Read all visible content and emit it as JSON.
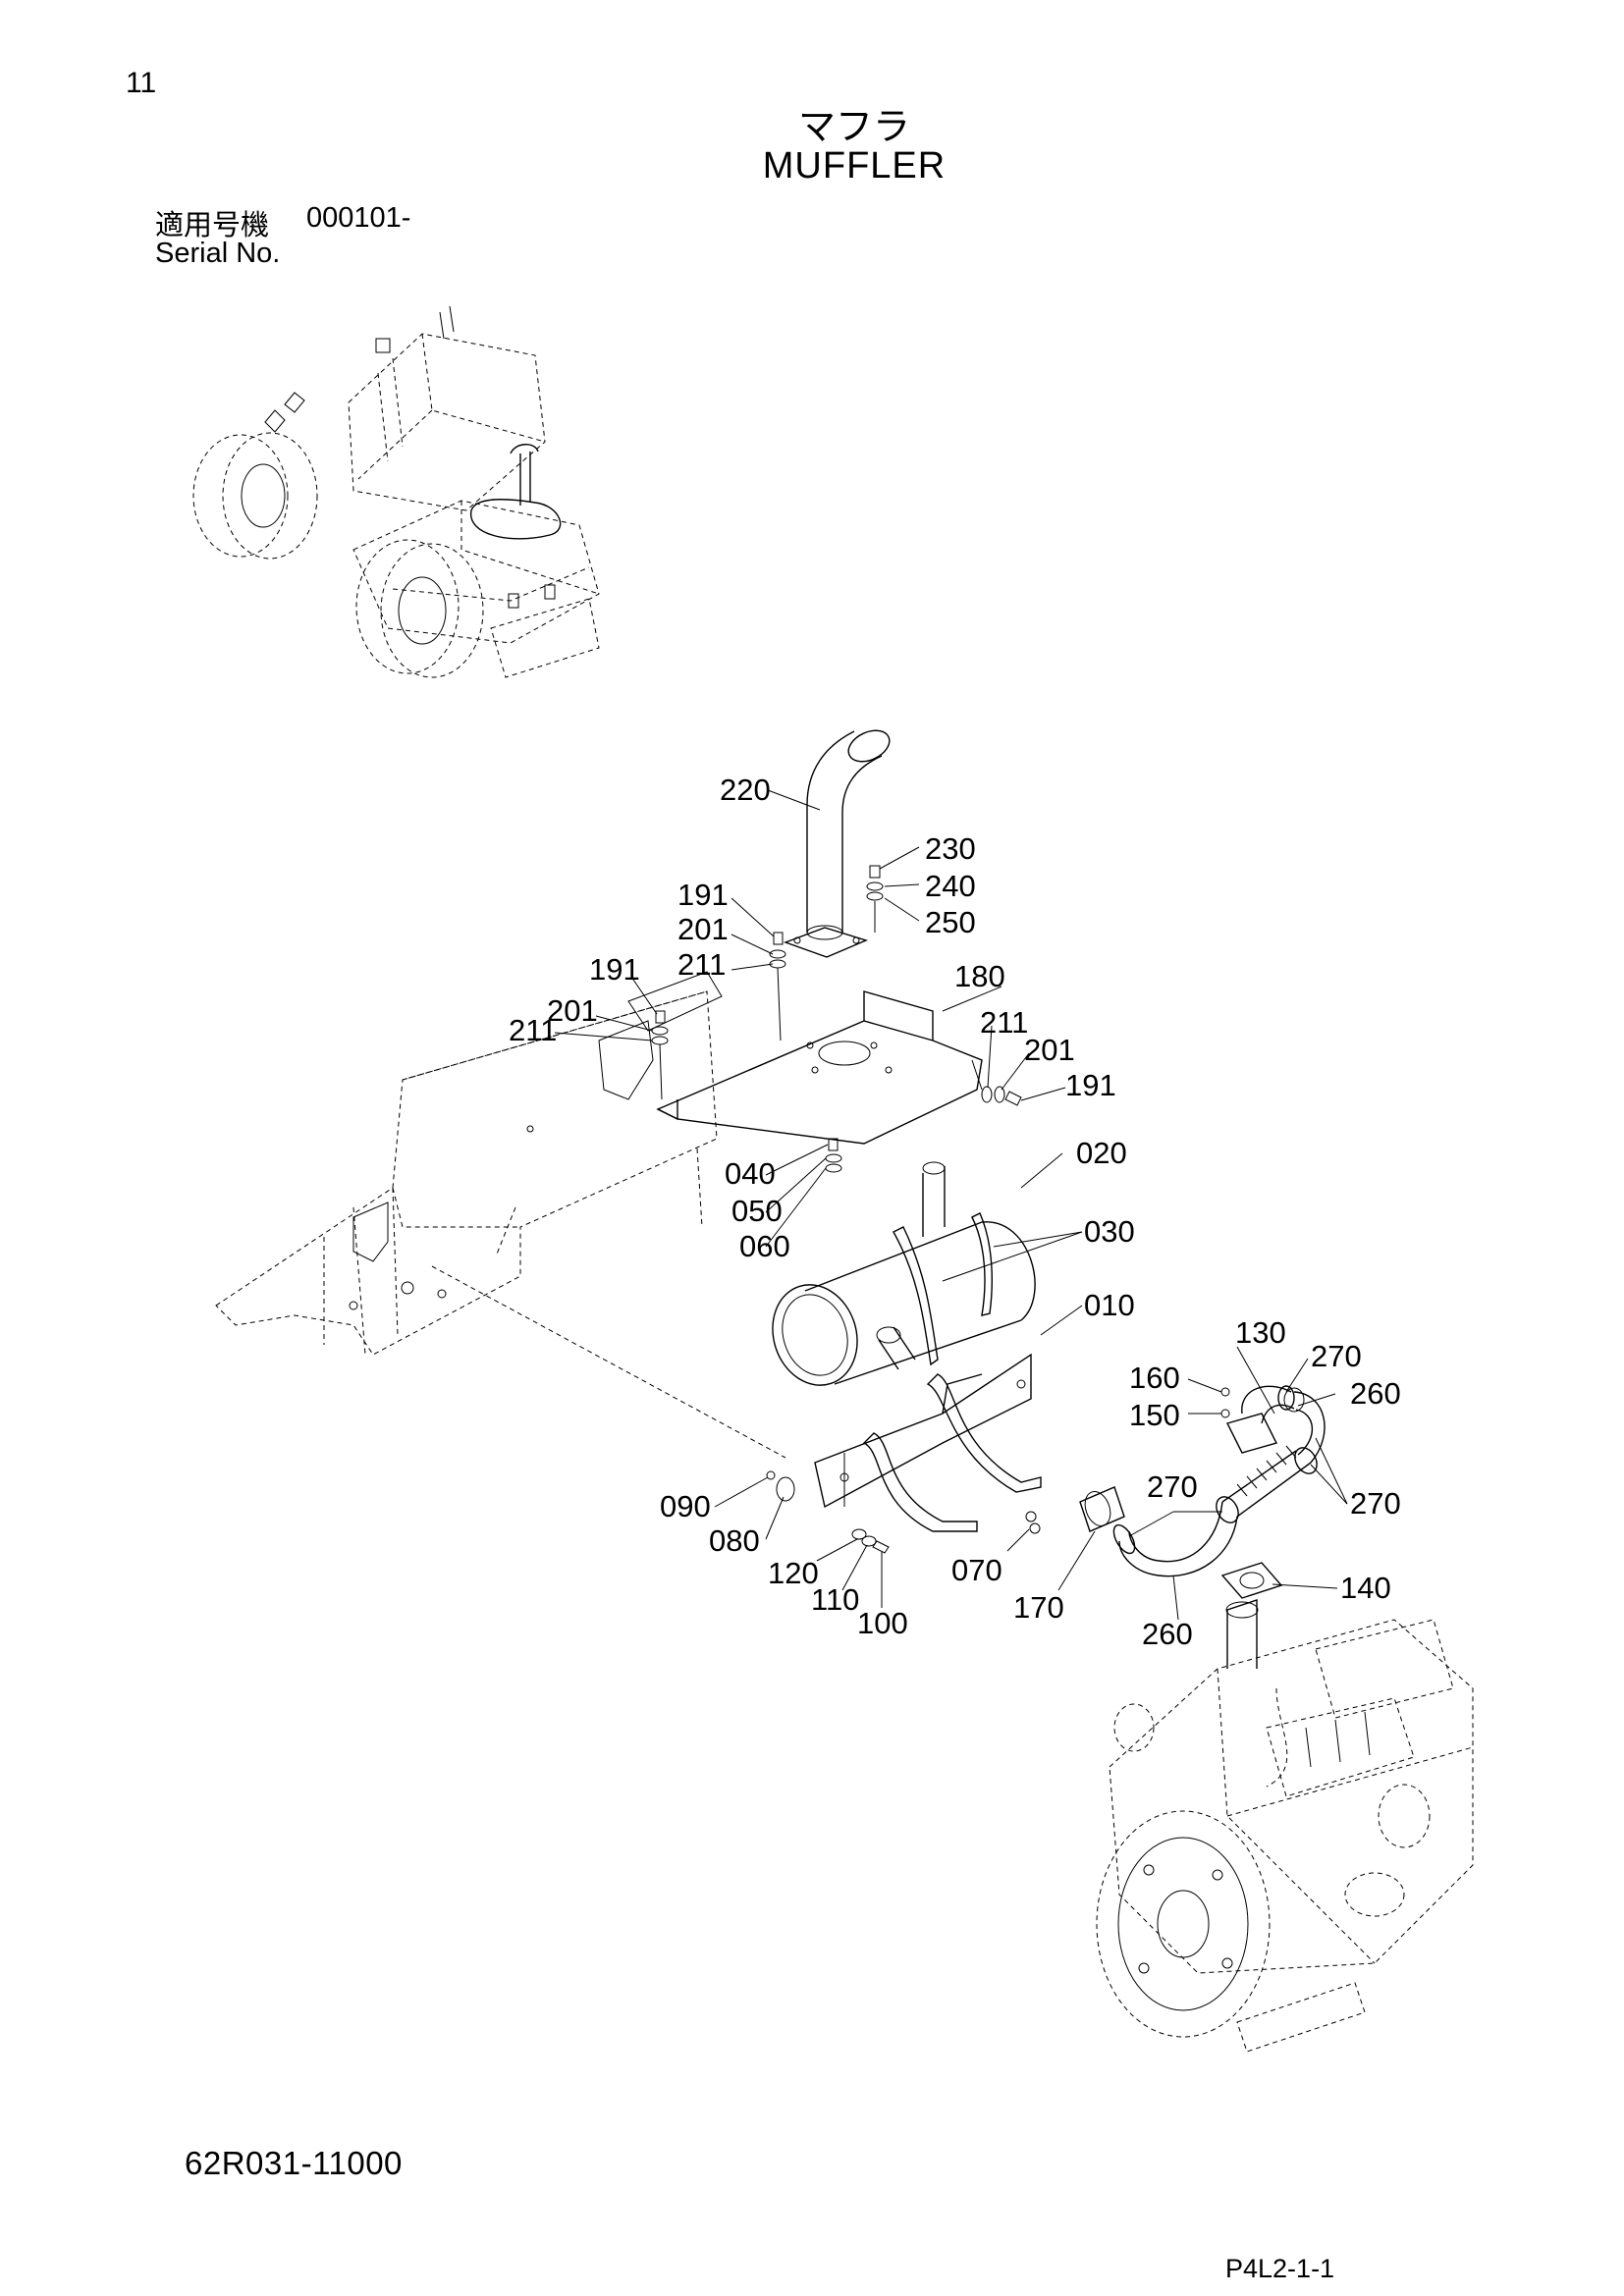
{
  "page": {
    "number": "11",
    "title_jp": "マフラ",
    "title_en": "MUFFLER",
    "serial_label_jp": "適用号機",
    "serial_value": "000101-",
    "serial_label_en": "Serial No.",
    "doc_code": "62R031-11000",
    "page_ref": "P4L2-1-1"
  },
  "parts": {
    "p220": "220",
    "p230": "230",
    "p240": "240",
    "p250": "250",
    "p191a": "191",
    "p201a": "201",
    "p211a": "211",
    "p191b": "191",
    "p201b": "201",
    "p211b": "211",
    "p180": "180",
    "p211c": "211",
    "p201c": "201",
    "p191c": "191",
    "p020": "020",
    "p040": "040",
    "p050": "050",
    "p060": "060",
    "p030": "030",
    "p010": "010",
    "p130": "130",
    "p270a": "270",
    "p160": "160",
    "p150": "150",
    "p260a": "260",
    "p270b": "270",
    "p270c": "270",
    "p090": "090",
    "p080": "080",
    "p120": "120",
    "p110": "110",
    "p100": "100",
    "p070": "070",
    "p170": "170",
    "p140": "140",
    "p260b": "260"
  }
}
